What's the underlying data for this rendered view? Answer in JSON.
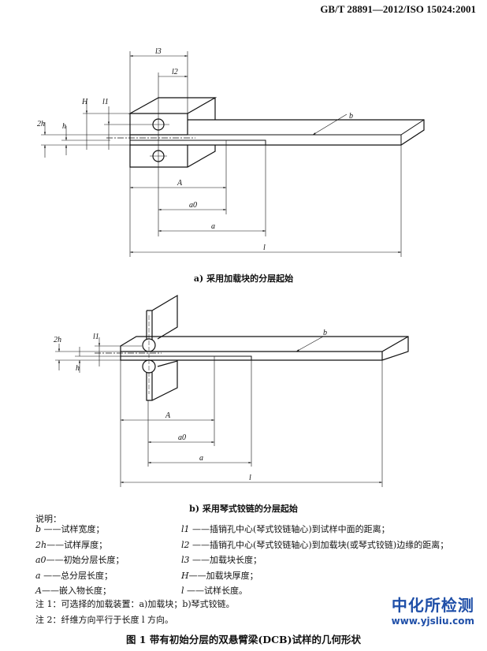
{
  "header": "GB/T 28891—2012/ISO 15024:2001",
  "diagram_a": {
    "labels": {
      "l3": "l3",
      "l2": "l2",
      "H": "H",
      "l1": "l1",
      "2h": "2h",
      "h": "h",
      "b": "b",
      "A": "A",
      "a0": "a0",
      "a": "a",
      "l": "l"
    },
    "caption": "a)   采用加载块的分层起始"
  },
  "diagram_b": {
    "labels": {
      "l1": "l1",
      "2h": "2h",
      "h": "h",
      "b": "b",
      "A": "A",
      "a0": "a0",
      "a": "a",
      "l": "l"
    },
    "caption": "b)   采用琴式铰链的分层起始"
  },
  "legend": {
    "title": "说明：",
    "left": [
      {
        "sym": "b",
        "desc": "——试样宽度；"
      },
      {
        "sym": "2h",
        "desc": "——试样厚度；"
      },
      {
        "sym": "a0",
        "desc": "——初始分层长度；"
      },
      {
        "sym": "a",
        "desc": "——总分层长度；"
      },
      {
        "sym": "A",
        "desc": "——嵌入物长度；"
      }
    ],
    "right": [
      {
        "sym": "l1",
        "desc": "——插销孔中心(琴式铰链轴心)到试样中面的距离；"
      },
      {
        "sym": "l2",
        "desc": "——插销孔中心(琴式铰链轴心)到加载块(或琴式铰链)边缘的距离；"
      },
      {
        "sym": "l3",
        "desc": "——加载块长度；"
      },
      {
        "sym": "H",
        "desc": "——加载块厚度；"
      },
      {
        "sym": "l",
        "desc": "——试样长度。"
      }
    ]
  },
  "notes": [
    "注 1：可选择的加载装置：a)加载块；b)琴式铰链。",
    "注 2：纤维方向平行于长度 l 方向。"
  ],
  "figure_title": "图 1   带有初始分层的双悬臂梁(DCB)试样的几何形状",
  "watermark": {
    "line1": "中化所检测",
    "line2": "www.yjsliu.com"
  }
}
